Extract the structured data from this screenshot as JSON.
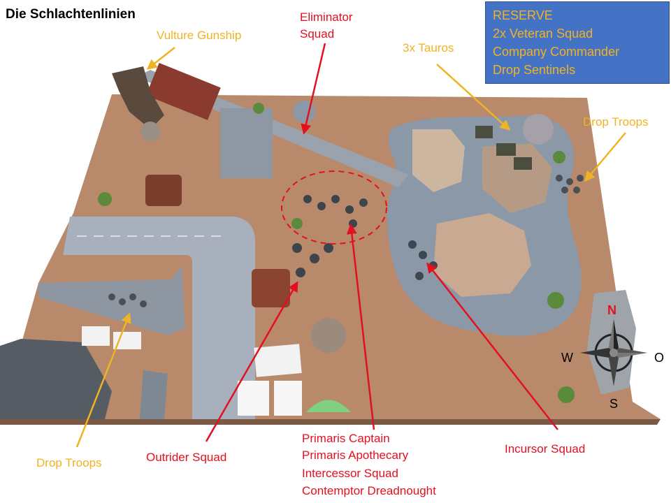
{
  "title": "Die Schlachtenlinien",
  "colors": {
    "yellow_label": "#f0b323",
    "red_label": "#e3101f",
    "reserve_box": "#4472c4",
    "table_board": "#b8896a",
    "water": "#8a98a8"
  },
  "reserve": {
    "lines": [
      "RESERVE",
      "2x Veteran Squad",
      "Company Commander",
      "Drop Sentinels"
    ]
  },
  "labels": {
    "vulture": "Vulture  Gunship",
    "eliminator": [
      "Eliminator",
      "Squad"
    ],
    "tauros": "3x Tauros",
    "drop_troops_right": "Drop Troops",
    "drop_troops_left": "Drop Troops",
    "outrider": "Outrider Squad",
    "captain_group": [
      "Primaris Captain",
      "Primaris Apothecary",
      "Intercessor Squad",
      "Contemptor Dreadnought"
    ],
    "incursor": "Incursor Squad"
  },
  "compass": {
    "n": "N",
    "w": "W",
    "o": "O",
    "s": "S"
  }
}
